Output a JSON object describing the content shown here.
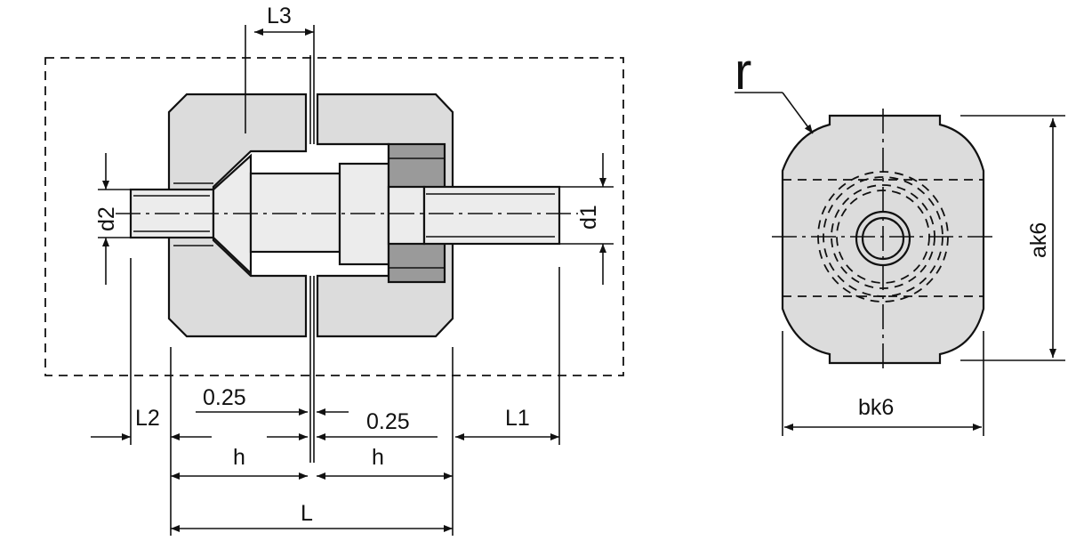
{
  "side_view": {
    "labels": {
      "L3": "L3",
      "d2": "d2",
      "d1": "d1",
      "L2": "L2",
      "L1": "L1",
      "gap_left": "0.25",
      "gap_right": "0.25",
      "h_left": "h",
      "h_right": "h",
      "L": "L"
    }
  },
  "end_view": {
    "labels": {
      "r": "r",
      "ak6": "ak6",
      "bk6": "bk6"
    }
  },
  "colors": {
    "body_fill": "#dcdcdc",
    "nut_fill": "#9a9a9a",
    "line": "#111111"
  }
}
